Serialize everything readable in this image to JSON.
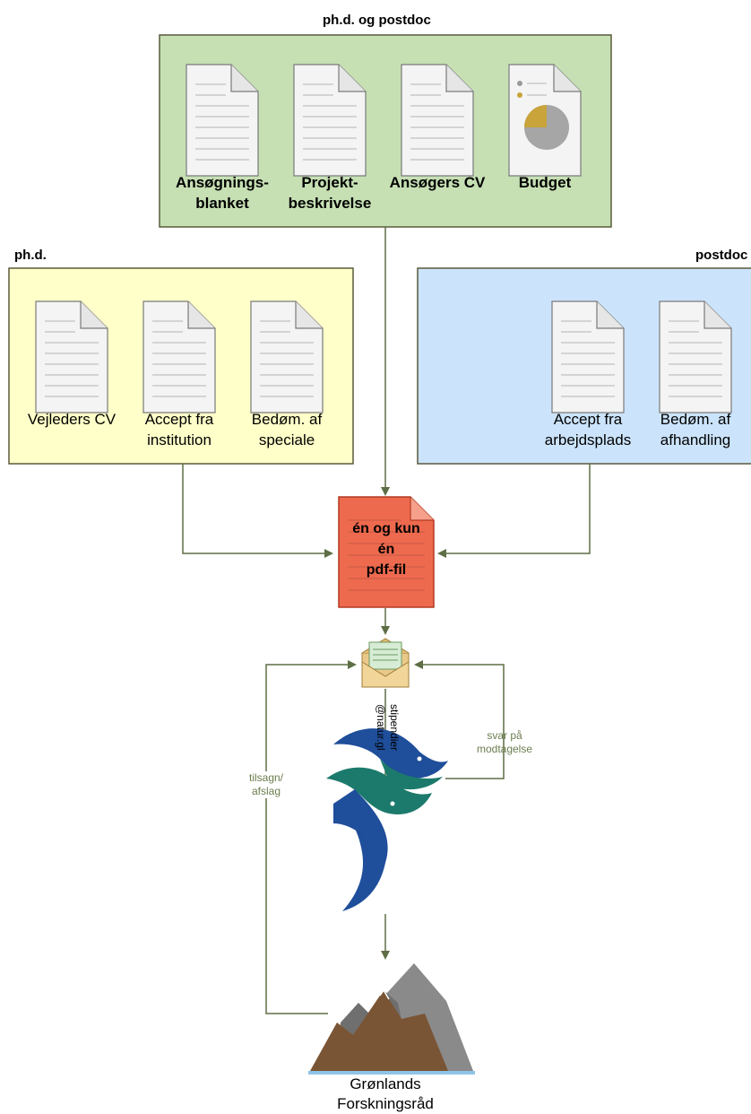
{
  "groups": {
    "common": {
      "title": "ph.d. og postdoc",
      "documents": [
        {
          "line1": "Ansøgnings-",
          "line2": "blanket"
        },
        {
          "line1": "Projekt-",
          "line2": "beskrivelse"
        },
        {
          "line1": "Ansøgers CV",
          "line2": ""
        },
        {
          "line1": "Budget",
          "line2": ""
        }
      ]
    },
    "phd": {
      "title": "ph.d.",
      "documents": [
        {
          "line1": "Vejleders CV",
          "line2": ""
        },
        {
          "line1": "Accept fra",
          "line2": "institution"
        },
        {
          "line1": "Bedøm. af",
          "line2": "speciale"
        }
      ]
    },
    "postdoc": {
      "title": "postdoc",
      "documents": [
        {
          "line1": "Accept fra",
          "line2": "arbejdsplads"
        },
        {
          "line1": "Bedøm. af",
          "line2": "afhandling"
        }
      ]
    }
  },
  "pdf": {
    "line1": "én og kun",
    "line2": "én",
    "line3": "pdf-fil"
  },
  "edges": {
    "email_line1": "stipendier",
    "email_line2": "@natur.gl",
    "receipt_line1": "svar på",
    "receipt_line2": "modtagelse",
    "decision_line1": "tilsagn/",
    "decision_line2": "afslag"
  },
  "footer": {
    "line1": "Grønlands",
    "line2": "Forskningsråd"
  },
  "colors": {
    "common_fill": "#c6e0b4",
    "phd_fill": "#ffffc9",
    "postdoc_fill": "#cce4fb",
    "box_stroke": "#5a5a3c",
    "arrow": "#5e6e45",
    "pdf_fill": "#ee6a4e",
    "logo_blue": "#1f4e9a",
    "logo_teal": "#1c7a6c",
    "mountain_brown": "#7a5535",
    "mountain_grey": "#8a8a8a",
    "mountain_water": "#8fc3e8"
  },
  "icons": [
    "document-icon",
    "budget-document-icon",
    "pdf-file-icon",
    "envelope-icon",
    "fish-logo-icon",
    "mountain-icon"
  ]
}
